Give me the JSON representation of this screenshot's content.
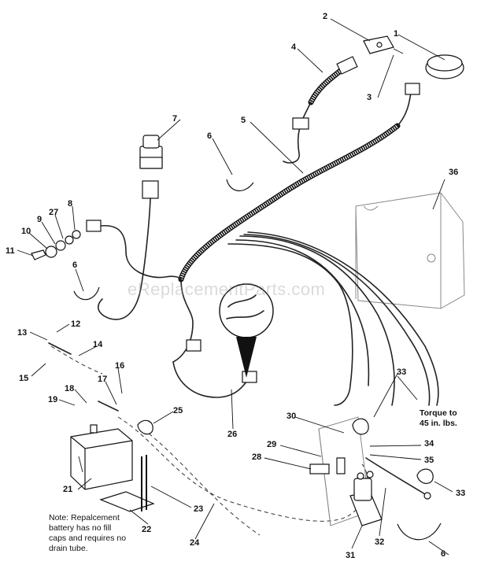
{
  "diagram": {
    "callouts": [
      "1",
      "2",
      "3",
      "4",
      "5",
      "6",
      "7",
      "6",
      "8",
      "27",
      "9",
      "10",
      "11",
      "6",
      "12",
      "13",
      "14",
      "15",
      "16",
      "17",
      "18",
      "19",
      "25",
      "26",
      "36",
      "30",
      "33",
      "29",
      "28",
      "34",
      "35",
      "33",
      "23",
      "21",
      "22",
      "24",
      "32",
      "31",
      "6"
    ],
    "note_lines": [
      "Note: Repalcement",
      "battery has no fill",
      "caps and requires no",
      "drain tube."
    ],
    "torque_lines": [
      "Torque to",
      "45 in. lbs."
    ],
    "watermark": "eReplacementParts.com"
  }
}
